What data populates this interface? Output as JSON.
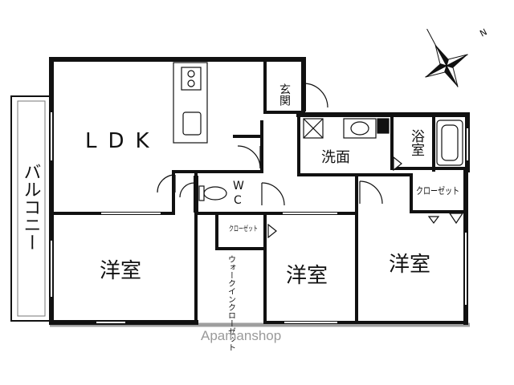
{
  "rooms": {
    "ldk": "LDK",
    "balcony": "バルコニー",
    "entrance": "玄関",
    "washroom": "洗面",
    "bathroom": "浴室",
    "wc_top": "W",
    "wc_bottom": "C",
    "closet_hall": "クローゼット",
    "closet_mid": "クローゼット",
    "walkin_closet": "ウォークインクローゼット",
    "western_room_1": "洋室",
    "western_room_2": "洋室",
    "western_room_3": "洋室"
  },
  "compass": {
    "north_mark": "N"
  },
  "watermark": "Apamanshop",
  "colors": {
    "wall": "#111111",
    "floor_line": "#9e9e9e",
    "background": "#ffffff"
  }
}
